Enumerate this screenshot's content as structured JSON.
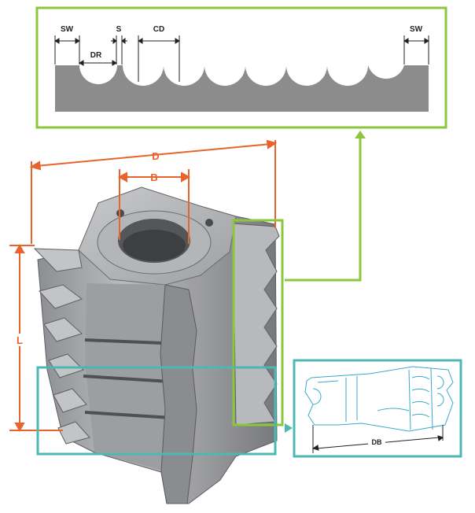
{
  "colors": {
    "green": "#8cc63f",
    "teal": "#4db8b3",
    "orange": "#e8642c",
    "profile_gray": "#8c8c8c",
    "steel": "#a9aaac",
    "steel_dark": "#6f7073",
    "detail_blue": "#3aa9c9"
  },
  "profile_labels": {
    "sw_left": "SW",
    "dr": "DR",
    "s": "S",
    "cd": "CD",
    "sw_right": "SW"
  },
  "body_labels": {
    "d": "D",
    "b": "B",
    "l": "L"
  },
  "detail_labels": {
    "db": "DB"
  }
}
